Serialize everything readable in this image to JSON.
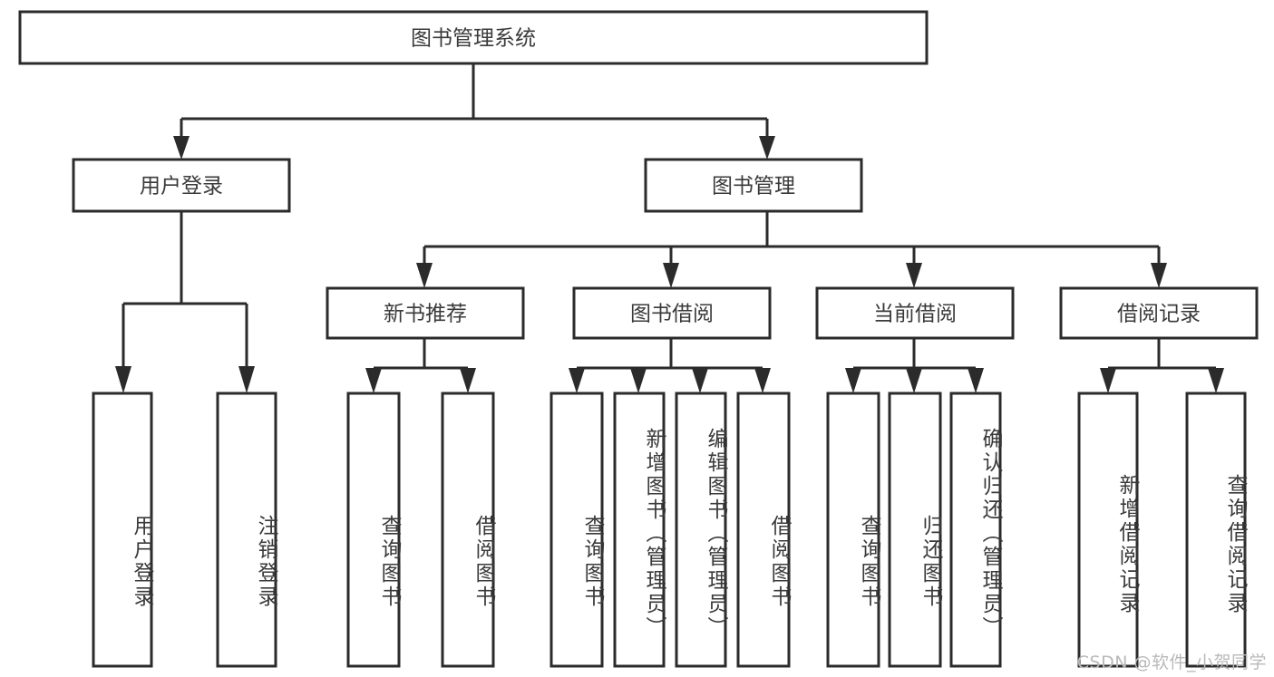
{
  "diagram": {
    "title": "图书管理系统",
    "type": "tree-hierarchy-chart",
    "watermark": "CSDN @软件_小贺同学",
    "colors": {
      "box_stroke": "#2b2b2b",
      "box_fill": "#ffffff",
      "text": "#3a3a3a",
      "connector": "#2b2b2b",
      "watermark": "#b9b9b9",
      "background": "#ffffff"
    },
    "root": {
      "id": "root",
      "label": "图书管理系统",
      "orientation": "horizontal"
    },
    "level2": [
      {
        "id": "user-login",
        "label": "用户登录",
        "orientation": "horizontal"
      },
      {
        "id": "book-management",
        "label": "图书管理",
        "orientation": "horizontal"
      }
    ],
    "level3": [
      {
        "id": "new-book-recommend",
        "label": "新书推荐",
        "orientation": "horizontal",
        "parent": "book-management"
      },
      {
        "id": "book-borrow",
        "label": "图书借阅",
        "orientation": "horizontal",
        "parent": "book-management"
      },
      {
        "id": "current-borrow",
        "label": "当前借阅",
        "orientation": "horizontal",
        "parent": "book-management"
      },
      {
        "id": "borrow-record",
        "label": "借阅记录",
        "orientation": "horizontal",
        "parent": "book-management"
      }
    ],
    "leaves": [
      {
        "id": "leaf-user-login",
        "label": "用户登录",
        "parent": "user-login",
        "orientation": "vertical"
      },
      {
        "id": "leaf-logout",
        "label": "注销登录",
        "parent": "user-login",
        "orientation": "vertical"
      },
      {
        "id": "leaf-query-book-1",
        "label": "查询图书",
        "parent": "new-book-recommend",
        "orientation": "vertical"
      },
      {
        "id": "leaf-borrow-book-1",
        "label": "借阅图书",
        "parent": "new-book-recommend",
        "orientation": "vertical"
      },
      {
        "id": "leaf-query-book-2",
        "label": "查询图书",
        "parent": "book-borrow",
        "orientation": "vertical"
      },
      {
        "id": "leaf-add-book",
        "label": "新增图书（管理员）",
        "parent": "book-borrow",
        "orientation": "vertical"
      },
      {
        "id": "leaf-edit-book",
        "label": "编辑图书（管理员）",
        "parent": "book-borrow",
        "orientation": "vertical"
      },
      {
        "id": "leaf-borrow-book-2",
        "label": "借阅图书",
        "parent": "book-borrow",
        "orientation": "vertical"
      },
      {
        "id": "leaf-query-book-3",
        "label": "查询图书",
        "parent": "current-borrow",
        "orientation": "vertical"
      },
      {
        "id": "leaf-return-book",
        "label": "归还图书",
        "parent": "current-borrow",
        "orientation": "vertical"
      },
      {
        "id": "leaf-confirm-return",
        "label": "确认归还（管理员）",
        "parent": "current-borrow",
        "orientation": "vertical"
      },
      {
        "id": "leaf-add-record",
        "label": "新增借阅记录",
        "parent": "borrow-record",
        "orientation": "vertical"
      },
      {
        "id": "leaf-query-record",
        "label": "查询借阅记录",
        "parent": "borrow-record",
        "orientation": "vertical"
      }
    ]
  }
}
